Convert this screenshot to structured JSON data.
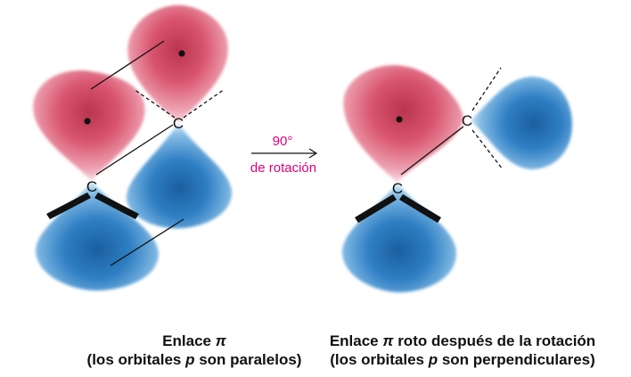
{
  "colors": {
    "pink_lobe": "#d9556f",
    "blue_lobe": "#2f7fc4",
    "arrow_text": "#e0007a",
    "text": "#111111"
  },
  "diagram": {
    "atom_symbol": "C",
    "arrow": {
      "angle_label": "90°",
      "rotation_label": "de rotación"
    }
  },
  "captions": {
    "left": {
      "line1_prefix": "Enlace ",
      "line1_symbol": "π",
      "line2_prefix": "(los orbitales ",
      "line2_p": "p",
      "line2_suffix": " son paralelos)"
    },
    "right": {
      "line1_prefix": "Enlace ",
      "line1_symbol": "π",
      "line1_suffix": " roto después de la rotación",
      "line2_prefix": "(los orbitales ",
      "line2_p": "p",
      "line2_suffix": " son perpendiculares)"
    }
  }
}
